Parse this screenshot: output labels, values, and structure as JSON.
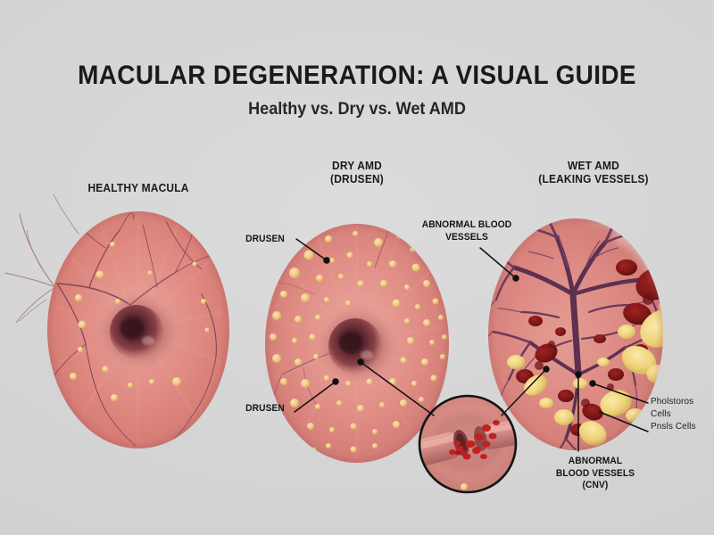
{
  "header": {
    "title": "MACULAR DEGENERATION: A VISUAL GUIDE",
    "subtitle": "Healthy vs. Dry vs. Wet AMD"
  },
  "theme": {
    "background": "#d3d3d3",
    "text_color": "#1a1a1a",
    "retina_pink": "#e08080",
    "retina_deep_pink": "#d4706c",
    "fovea_dark": "#5e2b33",
    "drusen_yellow": "#f0c878",
    "vessel_purple": "#6b3a52",
    "vessel_dark": "#4a2740",
    "hemorrhage_red": "#8e1b1b",
    "exudate_yellow": "#f2d98a",
    "leader_line": "#111111"
  },
  "panels": [
    {
      "id": "healthy",
      "heading": "HEALTHY MACULA",
      "description": "Salmon-pink macula with dark central fovea and fine radiating retinal vessels"
    },
    {
      "id": "dry",
      "heading": "DRY AMD\n(DRUSEN)",
      "description": "Macula scattered with numerous pale yellow drusen deposits"
    },
    {
      "id": "wet",
      "heading": "WET AMD\n(LEAKING VESSELS)",
      "description": "Dense abnormal vascular network with hemorrhages and yellow exudates"
    }
  ],
  "annotations": [
    {
      "id": "drusen-top",
      "label": "DRUSEN",
      "target_panel": "dry"
    },
    {
      "id": "drusen-bottom",
      "label": "DRUSEN",
      "target_panel": "dry"
    },
    {
      "id": "abnormal-blood-vessels-top",
      "label": "ABNORMAL BLOOD\nVESSELS",
      "target_panel": "wet"
    },
    {
      "id": "abnormal-blood-vessels-cnv",
      "label": "ABNORMAL\nBLOOD VESSELS\n(CNV)",
      "target_panel": "wet"
    },
    {
      "id": "photoreceptor-cells",
      "label": "Pholstoros\nCells\nPnsls  Cells",
      "target_panel": "wet"
    }
  ],
  "inset": {
    "id": "leaking-vessel-inset",
    "description": "Circular magnified view of a ruptured blood vessel leaking red blood cells"
  }
}
